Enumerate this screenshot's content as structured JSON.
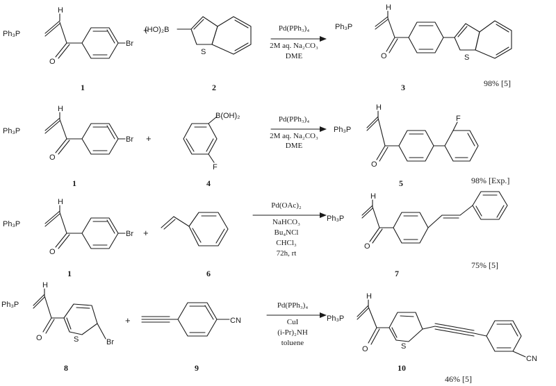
{
  "atoms": {
    "ph3p": "Ph₃P",
    "h": "H",
    "o": "O",
    "br": "Br",
    "s": "S",
    "f": "F",
    "cn": "CN",
    "b_oh2_left": "(HO)₂B",
    "b_oh2_right": "B(OH)₂"
  },
  "plus": "+",
  "reactions": [
    {
      "reactant1": "1",
      "reactant2": "2",
      "product": "3",
      "conditions": [
        "Pd(PPh₃)₄",
        "2M aq. Na₂CO₃",
        "DME"
      ],
      "yield": "98% [5]"
    },
    {
      "reactant1": "1",
      "reactant2": "4",
      "product": "5",
      "conditions": [
        "Pd(PPh₃)₄",
        "2M aq. Na₂CO₃",
        "DME"
      ],
      "yield": "98% [Exp.]"
    },
    {
      "reactant1": "1",
      "reactant2": "6",
      "product": "7",
      "conditions": [
        "Pd(OAc)₂",
        "NaHCO₃",
        "Bu₄NCl",
        "CHCl₃",
        "72h, rt"
      ],
      "yield": "75% [5]"
    },
    {
      "reactant1": "8",
      "reactant2": "9",
      "product": "10",
      "conditions": [
        "Pd(PPh₃)₄",
        "CuI",
        "(i-Pr)₂NH",
        "toluene"
      ],
      "yield": "46% [5]"
    }
  ]
}
